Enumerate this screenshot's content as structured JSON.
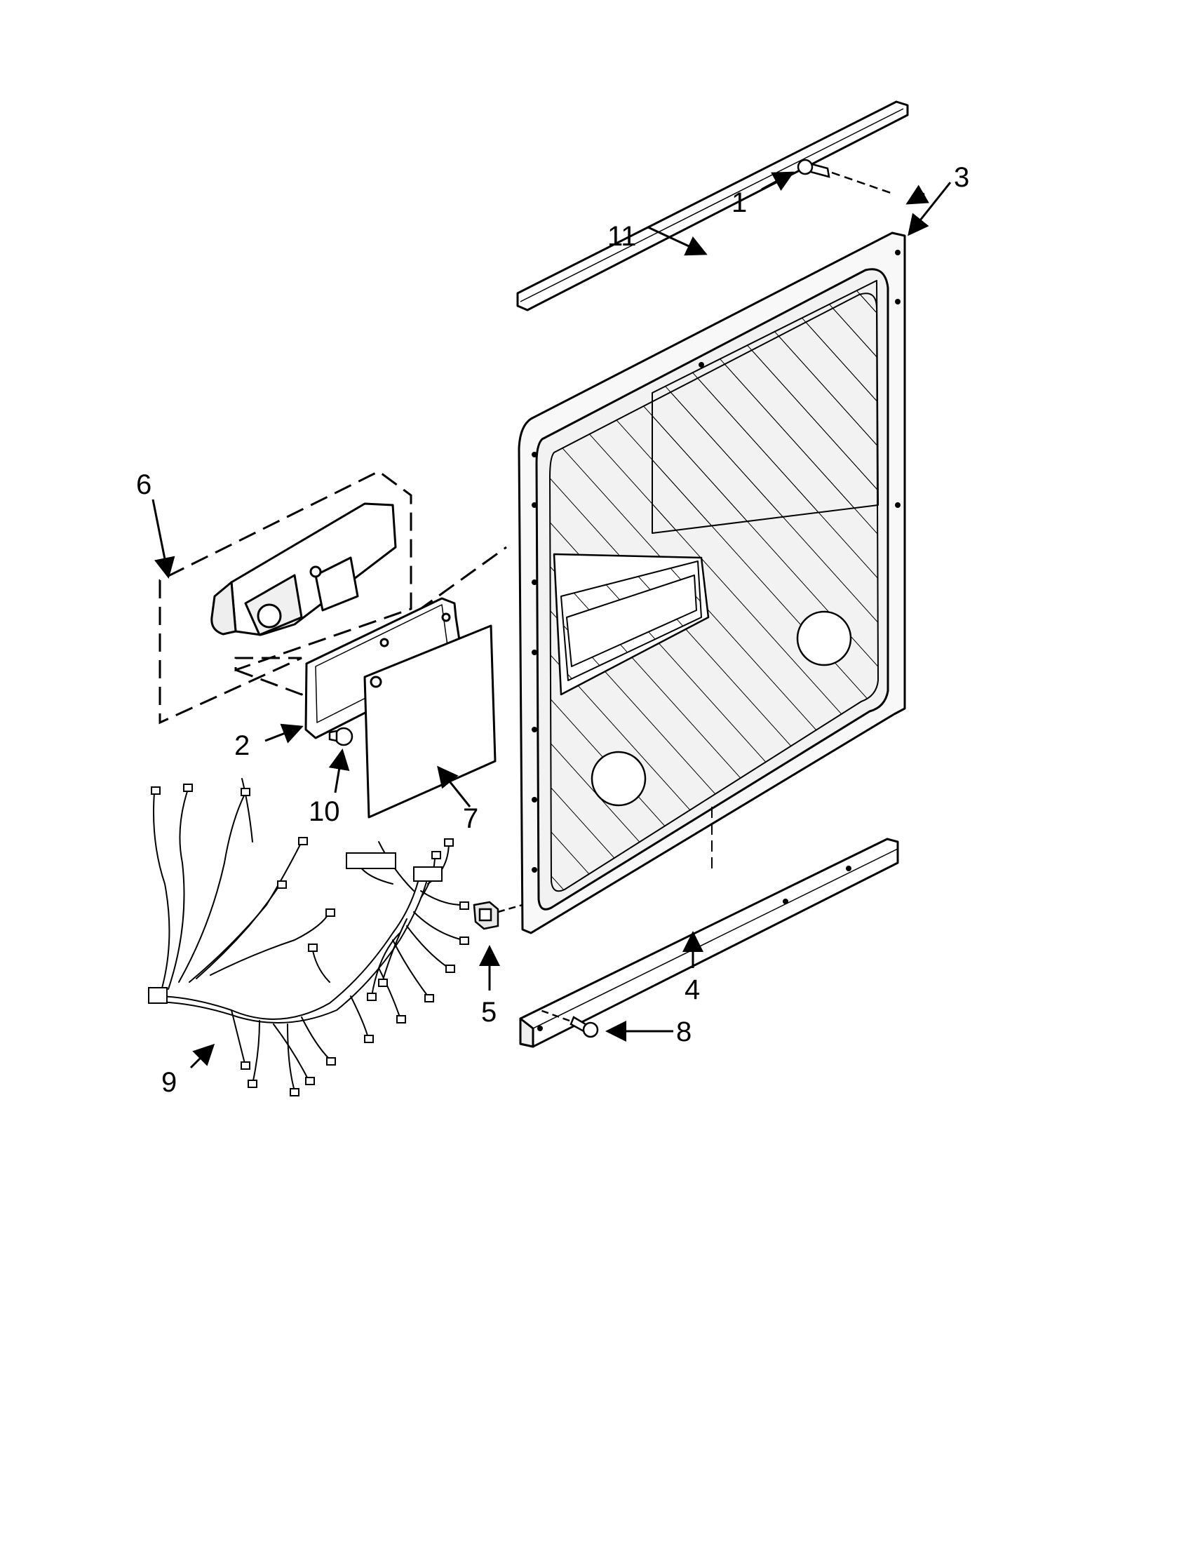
{
  "diagram": {
    "callouts": [
      {
        "id": "1",
        "text": "1"
      },
      {
        "id": "2",
        "text": "2"
      },
      {
        "id": "3",
        "text": "3"
      },
      {
        "id": "4",
        "text": "4"
      },
      {
        "id": "5",
        "text": "5"
      },
      {
        "id": "6",
        "text": "6"
      },
      {
        "id": "7",
        "text": "7"
      },
      {
        "id": "8",
        "text": "8"
      },
      {
        "id": "9",
        "text": "9"
      },
      {
        "id": "10",
        "text": "10"
      },
      {
        "id": "11",
        "text": "11"
      }
    ],
    "colors": {
      "line": "#000000",
      "panel_fill": "#f4f4f4",
      "background": "#ffffff"
    }
  }
}
